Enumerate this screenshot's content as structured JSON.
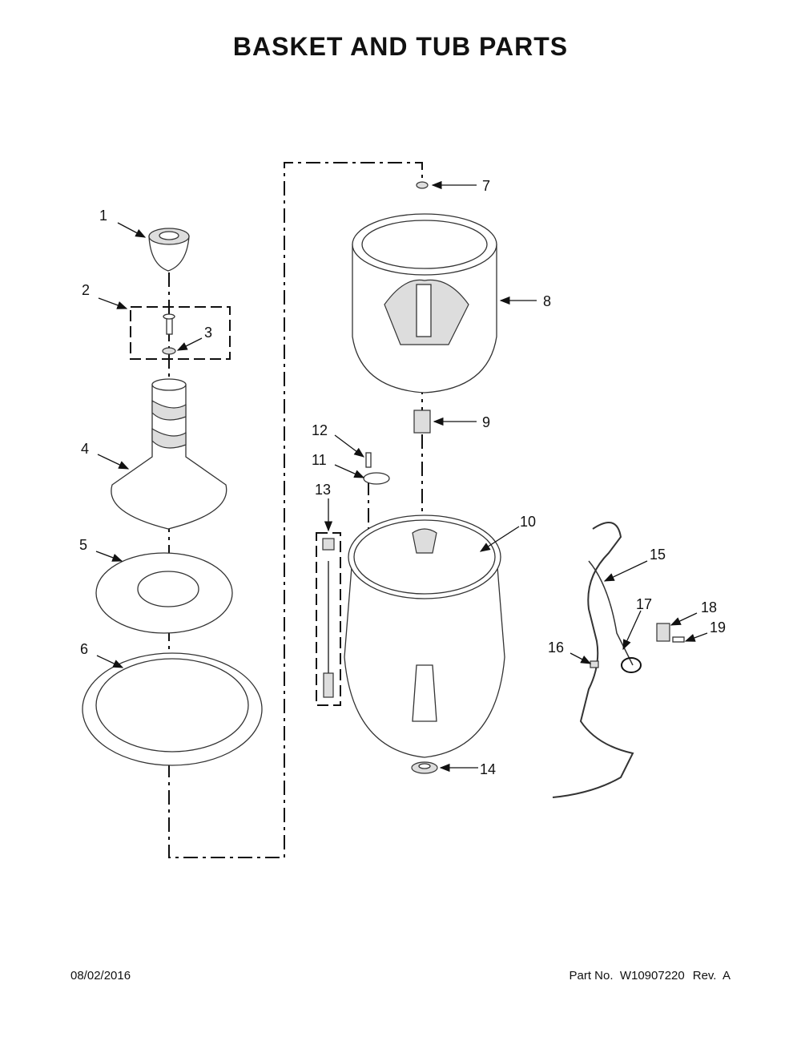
{
  "title": "BASKET AND TUB PARTS",
  "footer": {
    "date": "08/02/2016",
    "part_no": "Part No.  W10907220",
    "rev": "Rev.  A"
  },
  "callouts": [
    "1",
    "2",
    "3",
    "4",
    "5",
    "6",
    "7",
    "8",
    "9",
    "10",
    "11",
    "12",
    "13",
    "14",
    "15",
    "16",
    "17",
    "18",
    "19"
  ]
}
